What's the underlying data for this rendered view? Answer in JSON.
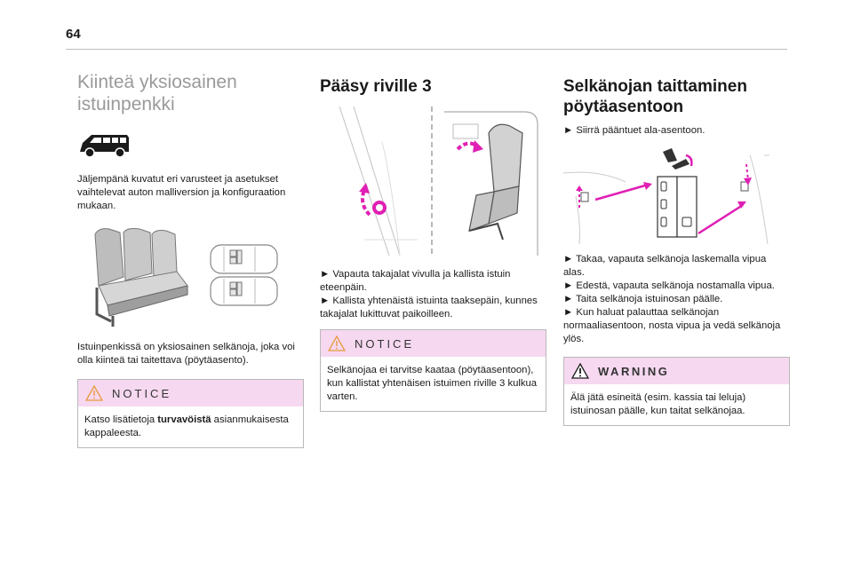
{
  "page": {
    "number": "64"
  },
  "col1": {
    "title_line1": "Kiinteä yksiosainen",
    "title_line2": "istuinpenkki",
    "intro": "Jäljempänä kuvatut eri varusteet ja asetukset vaihtelevat auton malliversion ja konfiguraation mukaan.",
    "caption": "Istuinpenkissä on yksiosainen selkänoja, joka voi olla kiinteä tai taitettava (pöytäasento).",
    "notice": {
      "title": "NOTICE",
      "text_before": "Katso lisätietoja ",
      "text_bold": "turvavöistä",
      "text_after": " asianmukaisesta kappaleesta."
    }
  },
  "col2": {
    "title": "Pääsy riville 3",
    "step1": "► Vapauta takajalat vivulla ja kallista istuin eteenpäin.",
    "step2": "► Kallista yhtenäistä istuinta taaksepäin, kunnes takajalat lukittuvat paikoilleen.",
    "notice": {
      "title": "NOTICE",
      "text": "Selkänojaa ei tarvitse kaataa (pöytäasentoon), kun kallistat yhtenäisen istuimen riville 3 kulkua varten."
    }
  },
  "col3": {
    "title_line1": "Selkänojan taittaminen",
    "title_line2": "pöytäasentoon",
    "step1": "► Siirrä pääntuet ala-asentoon.",
    "steps": [
      "► Takaa, vapauta selkänoja laskemalla vipua alas.",
      "► Edestä, vapauta selkänoja nostamalla vipua.",
      "► Taita selkänoja istuinosan päälle.",
      "► Kun haluat palauttaa selkänojan normaaliasentoon, nosta vipua ja vedä selkänoja ylös."
    ],
    "warning": {
      "title": "WARNING",
      "text": "Älä jätä esineitä (esim. kassia tai leluja) istuinosan päälle, kun taitat selkänojaa."
    }
  },
  "colors": {
    "accent": "#f6d8f0",
    "arrow": "#e01fb4",
    "heading_light": "#9a9a9a"
  }
}
